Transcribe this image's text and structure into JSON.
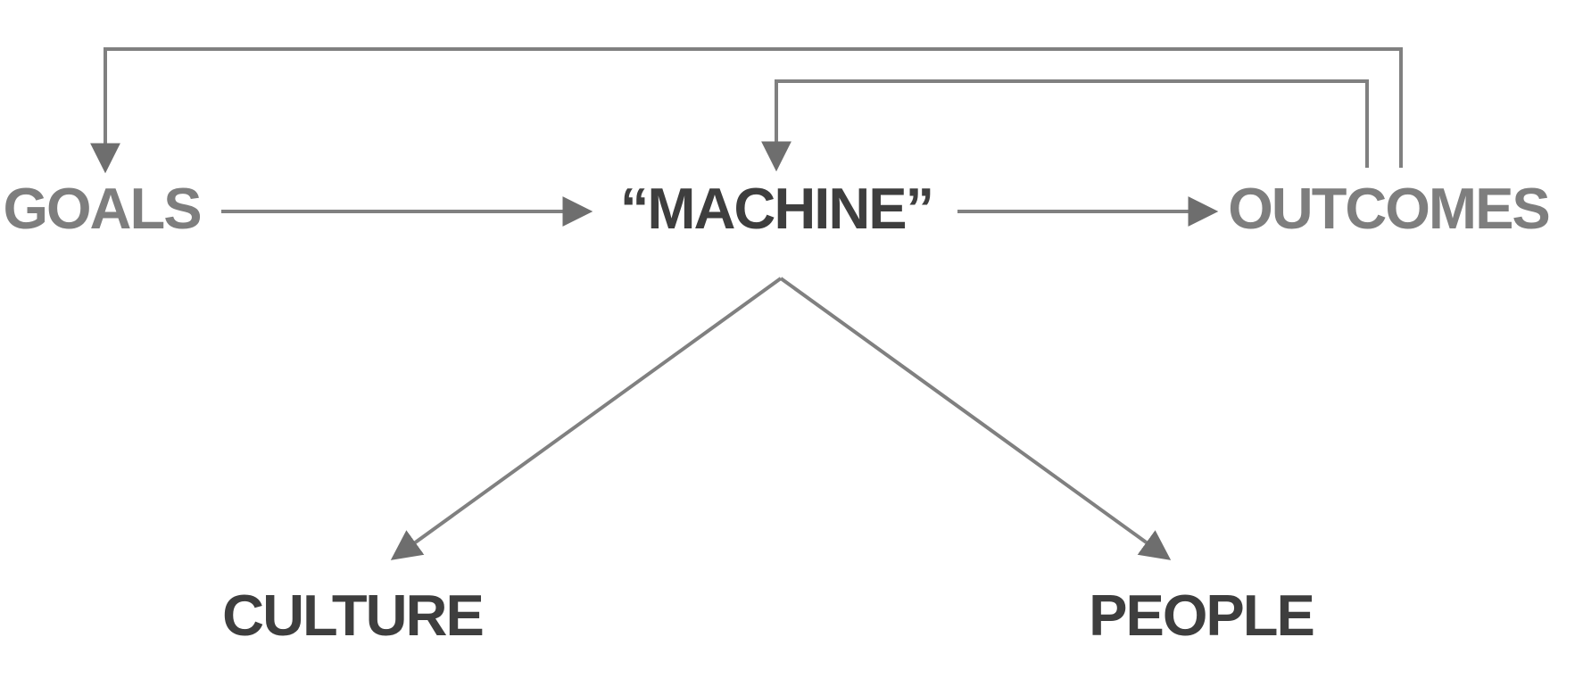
{
  "diagram": {
    "title": "goals-machine-outcomes feedback diagram",
    "nodes": {
      "goals": {
        "label": "GOALS"
      },
      "machine": {
        "label": "“MACHINE”"
      },
      "outcomes": {
        "label": "OUTCOMES"
      },
      "culture": {
        "label": "CULTURE"
      },
      "people": {
        "label": "PEOPLE"
      }
    },
    "edges": [
      {
        "from": "goals",
        "to": "machine",
        "type": "straight-arrow"
      },
      {
        "from": "machine",
        "to": "outcomes",
        "type": "straight-arrow"
      },
      {
        "from": "outcomes",
        "to": "goals",
        "type": "feedback-loop-arrow"
      },
      {
        "from": "outcomes",
        "to": "machine",
        "type": "feedback-loop-arrow"
      },
      {
        "from": "machine",
        "to": "culture",
        "type": "diagonal-arrow"
      },
      {
        "from": "machine",
        "to": "people",
        "type": "diagonal-arrow"
      }
    ],
    "colors": {
      "gray_label": "#7e7e7e",
      "dark_label": "#3e3e3e",
      "connector": "#808080",
      "arrowhead": "#6e6e6e",
      "background": "#ffffff"
    }
  }
}
